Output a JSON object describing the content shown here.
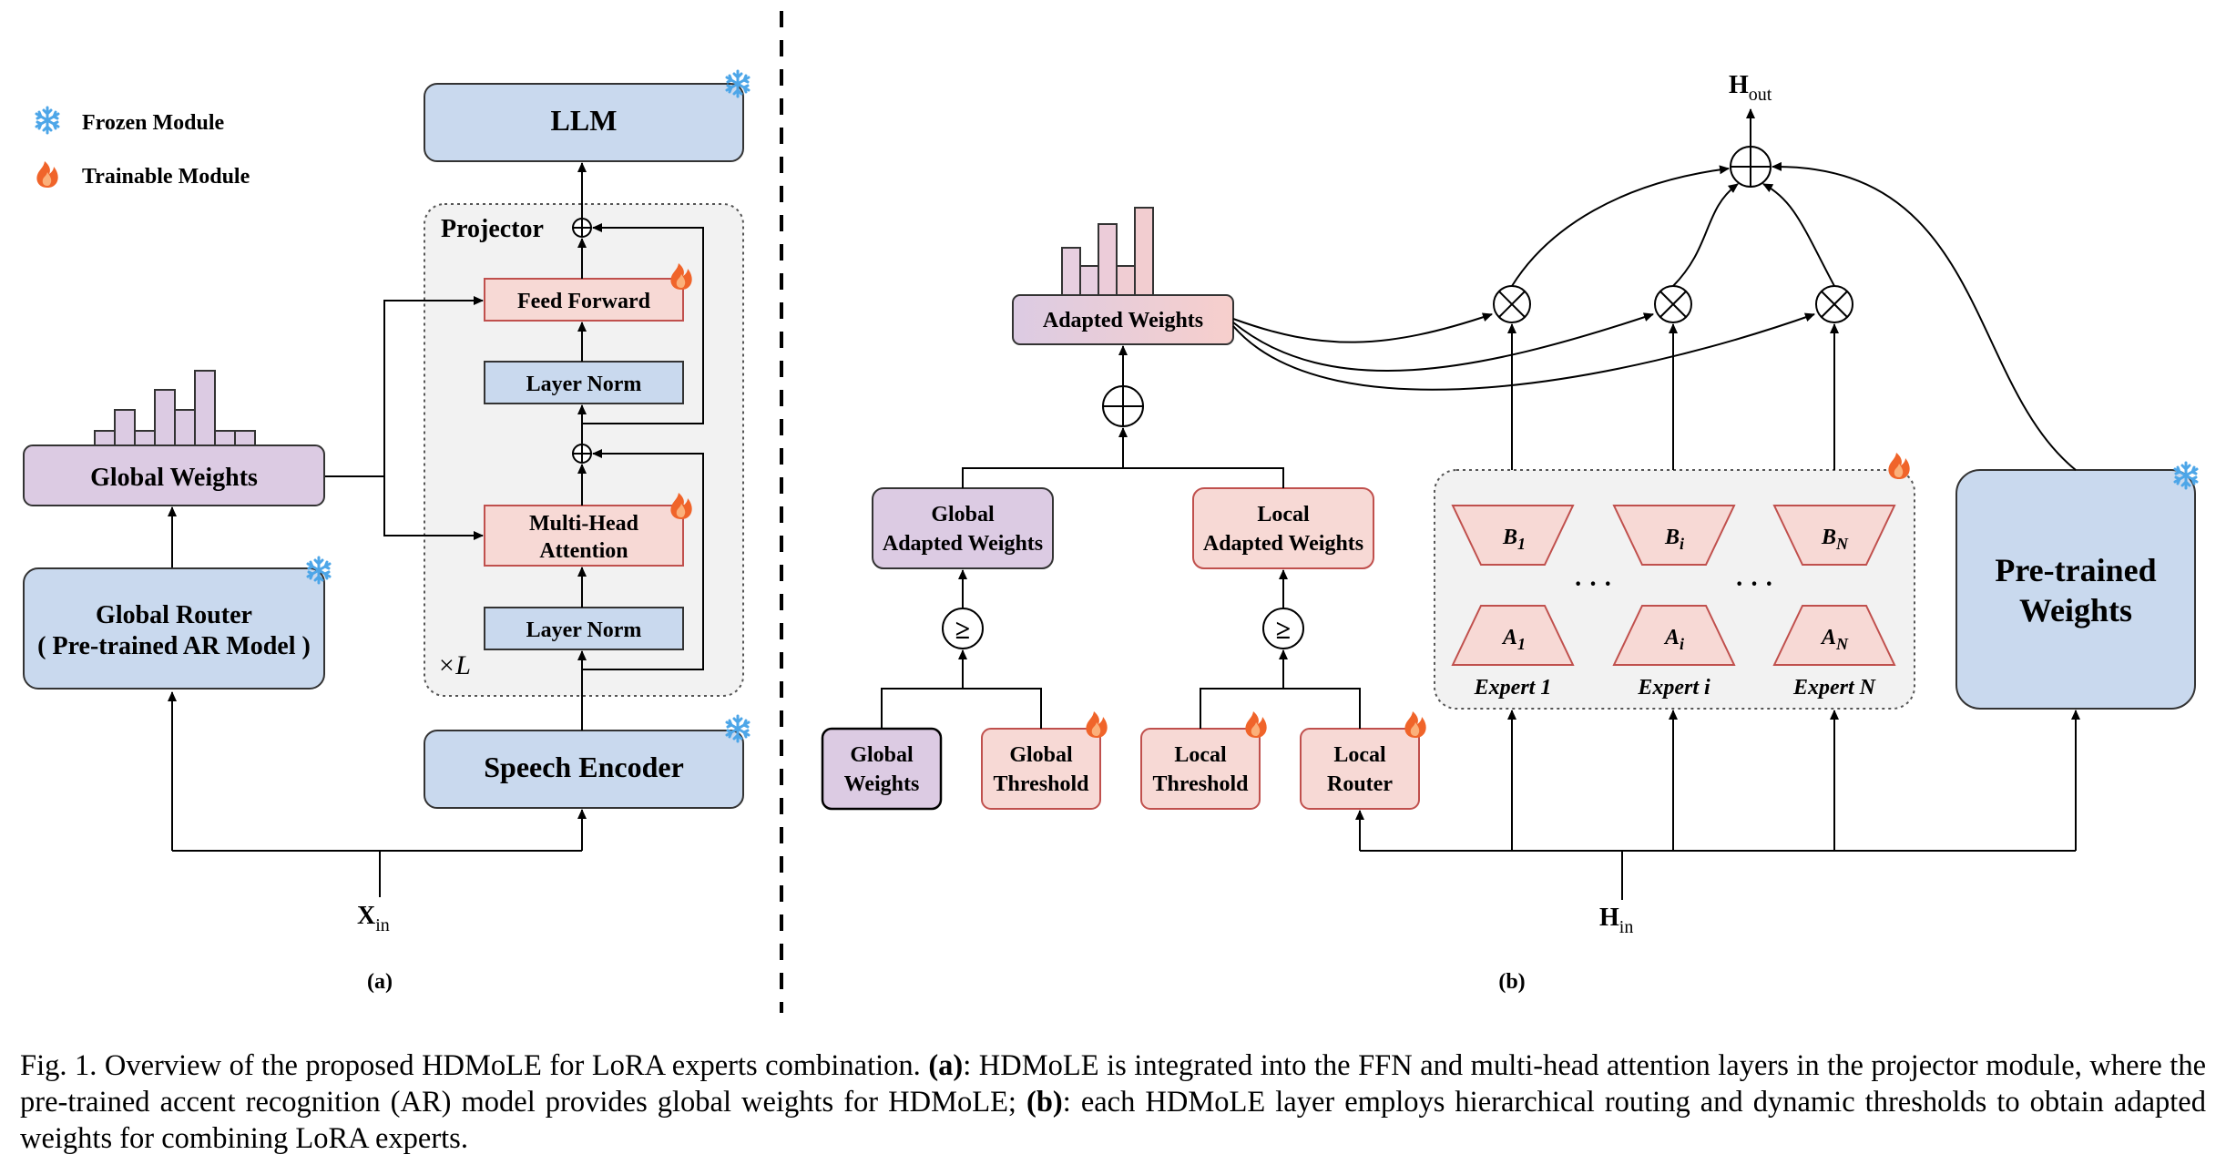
{
  "legend": {
    "frozen": "Frozen Module",
    "trainable": "Trainable Module",
    "frozen_icon": "snowflake-icon",
    "trainable_icon": "fire-icon"
  },
  "panel_a": {
    "label": "(a)",
    "llm": "LLM",
    "projector": "Projector",
    "feed_forward": "Feed Forward",
    "layer_norm_top": "Layer Norm",
    "multi_head_1": "Multi-Head",
    "multi_head_2": "Attention",
    "layer_norm_bottom": "Layer Norm",
    "repeat": "×L",
    "speech_encoder": "Speech Encoder",
    "global_weights": "Global Weights",
    "global_router_1": "Global Router",
    "global_router_2": "( Pre-trained AR Model )",
    "input_main": "X",
    "input_sub": "in"
  },
  "panel_b": {
    "label": "(b)",
    "output_main": "H",
    "output_sub": "out",
    "adapted_weights": "Adapted Weights",
    "global_adapted_1": "Global",
    "global_adapted_2": "Adapted Weights",
    "local_adapted_1": "Local",
    "local_adapted_2": "Adapted Weights",
    "geq": "≥",
    "global_weights_1": "Global",
    "global_weights_2": "Weights",
    "global_threshold_1": "Global",
    "global_threshold_2": "Threshold",
    "local_threshold_1": "Local",
    "local_threshold_2": "Threshold",
    "local_router_1": "Local",
    "local_router_2": "Router",
    "expert_b1": "B",
    "expert_b1_sub": "1",
    "expert_bi": "B",
    "expert_bi_sub": "i",
    "expert_bn": "B",
    "expert_bn_sub": "N",
    "expert_a1": "A",
    "expert_a1_sub": "1",
    "expert_ai": "A",
    "expert_ai_sub": "i",
    "expert_an": "A",
    "expert_an_sub": "N",
    "dots": "· · ·",
    "expert_1": "Expert 1",
    "expert_i": "Expert i",
    "expert_n": "Expert N",
    "pretrained_1": "Pre-trained",
    "pretrained_2": "Weights",
    "input_main": "H",
    "input_sub": "in"
  },
  "caption": {
    "prefix": "Fig. 1.  Overview of the proposed HDMoLE for LoRA experts combination. ",
    "a_label": "(a)",
    "a_text": ": HDMoLE is integrated into the FFN and multi-head attention layers in the projector module, where the pre-trained accent recognition (AR) model provides global weights for HDMoLE; ",
    "b_label": "(b)",
    "b_text": ": each HDMoLE layer employs hierarchical routing and dynamic thresholds to obtain adapted weights for combining LoRA experts."
  },
  "colors": {
    "blue_fill": "#c9d9ee",
    "purple_fill": "#dccbe3",
    "pink_fill": "#f7d9d5",
    "projector_bg": "#f2f2f2",
    "snowflake": "#4da6e8",
    "fire": "#f0642a"
  }
}
